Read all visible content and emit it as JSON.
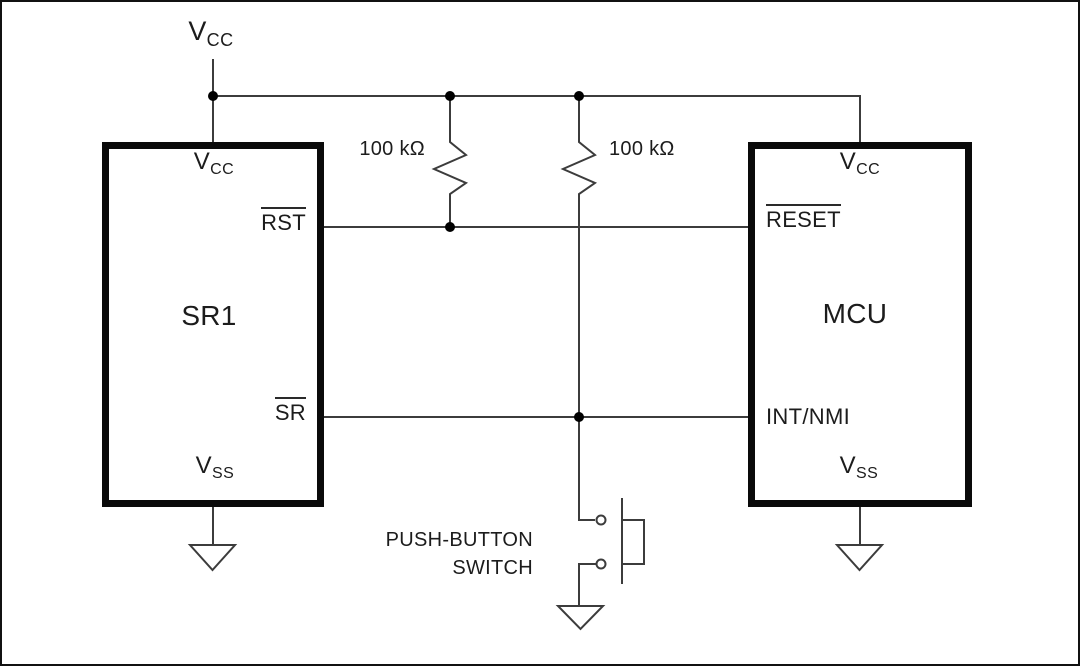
{
  "diagram_type": "schematic",
  "colors": {
    "background": "#ffffff",
    "wire": "#3c3c3c",
    "block_border": "#0a0a0a",
    "text": "#1c1c1c",
    "junction_dot": "#000000"
  },
  "supply": {
    "base": "V",
    "sub": "CC"
  },
  "resistors": {
    "left_label": "100 kΩ",
    "right_label": "100 kΩ"
  },
  "sr1": {
    "name": "SR1",
    "pin_vcc_base": "V",
    "pin_vcc_sub": "CC",
    "pin_rst": "RST",
    "pin_sr": "SR",
    "pin_vss_base": "V",
    "pin_vss_sub": "SS"
  },
  "mcu": {
    "name": "MCU",
    "pin_vcc_base": "V",
    "pin_vcc_sub": "CC",
    "pin_reset": "RESET",
    "pin_int_nmi": "INT/NMI",
    "pin_vss_base": "V",
    "pin_vss_sub": "SS"
  },
  "pushbutton": {
    "label_line1": "PUSH-BUTTON",
    "label_line2": "SWITCH"
  }
}
